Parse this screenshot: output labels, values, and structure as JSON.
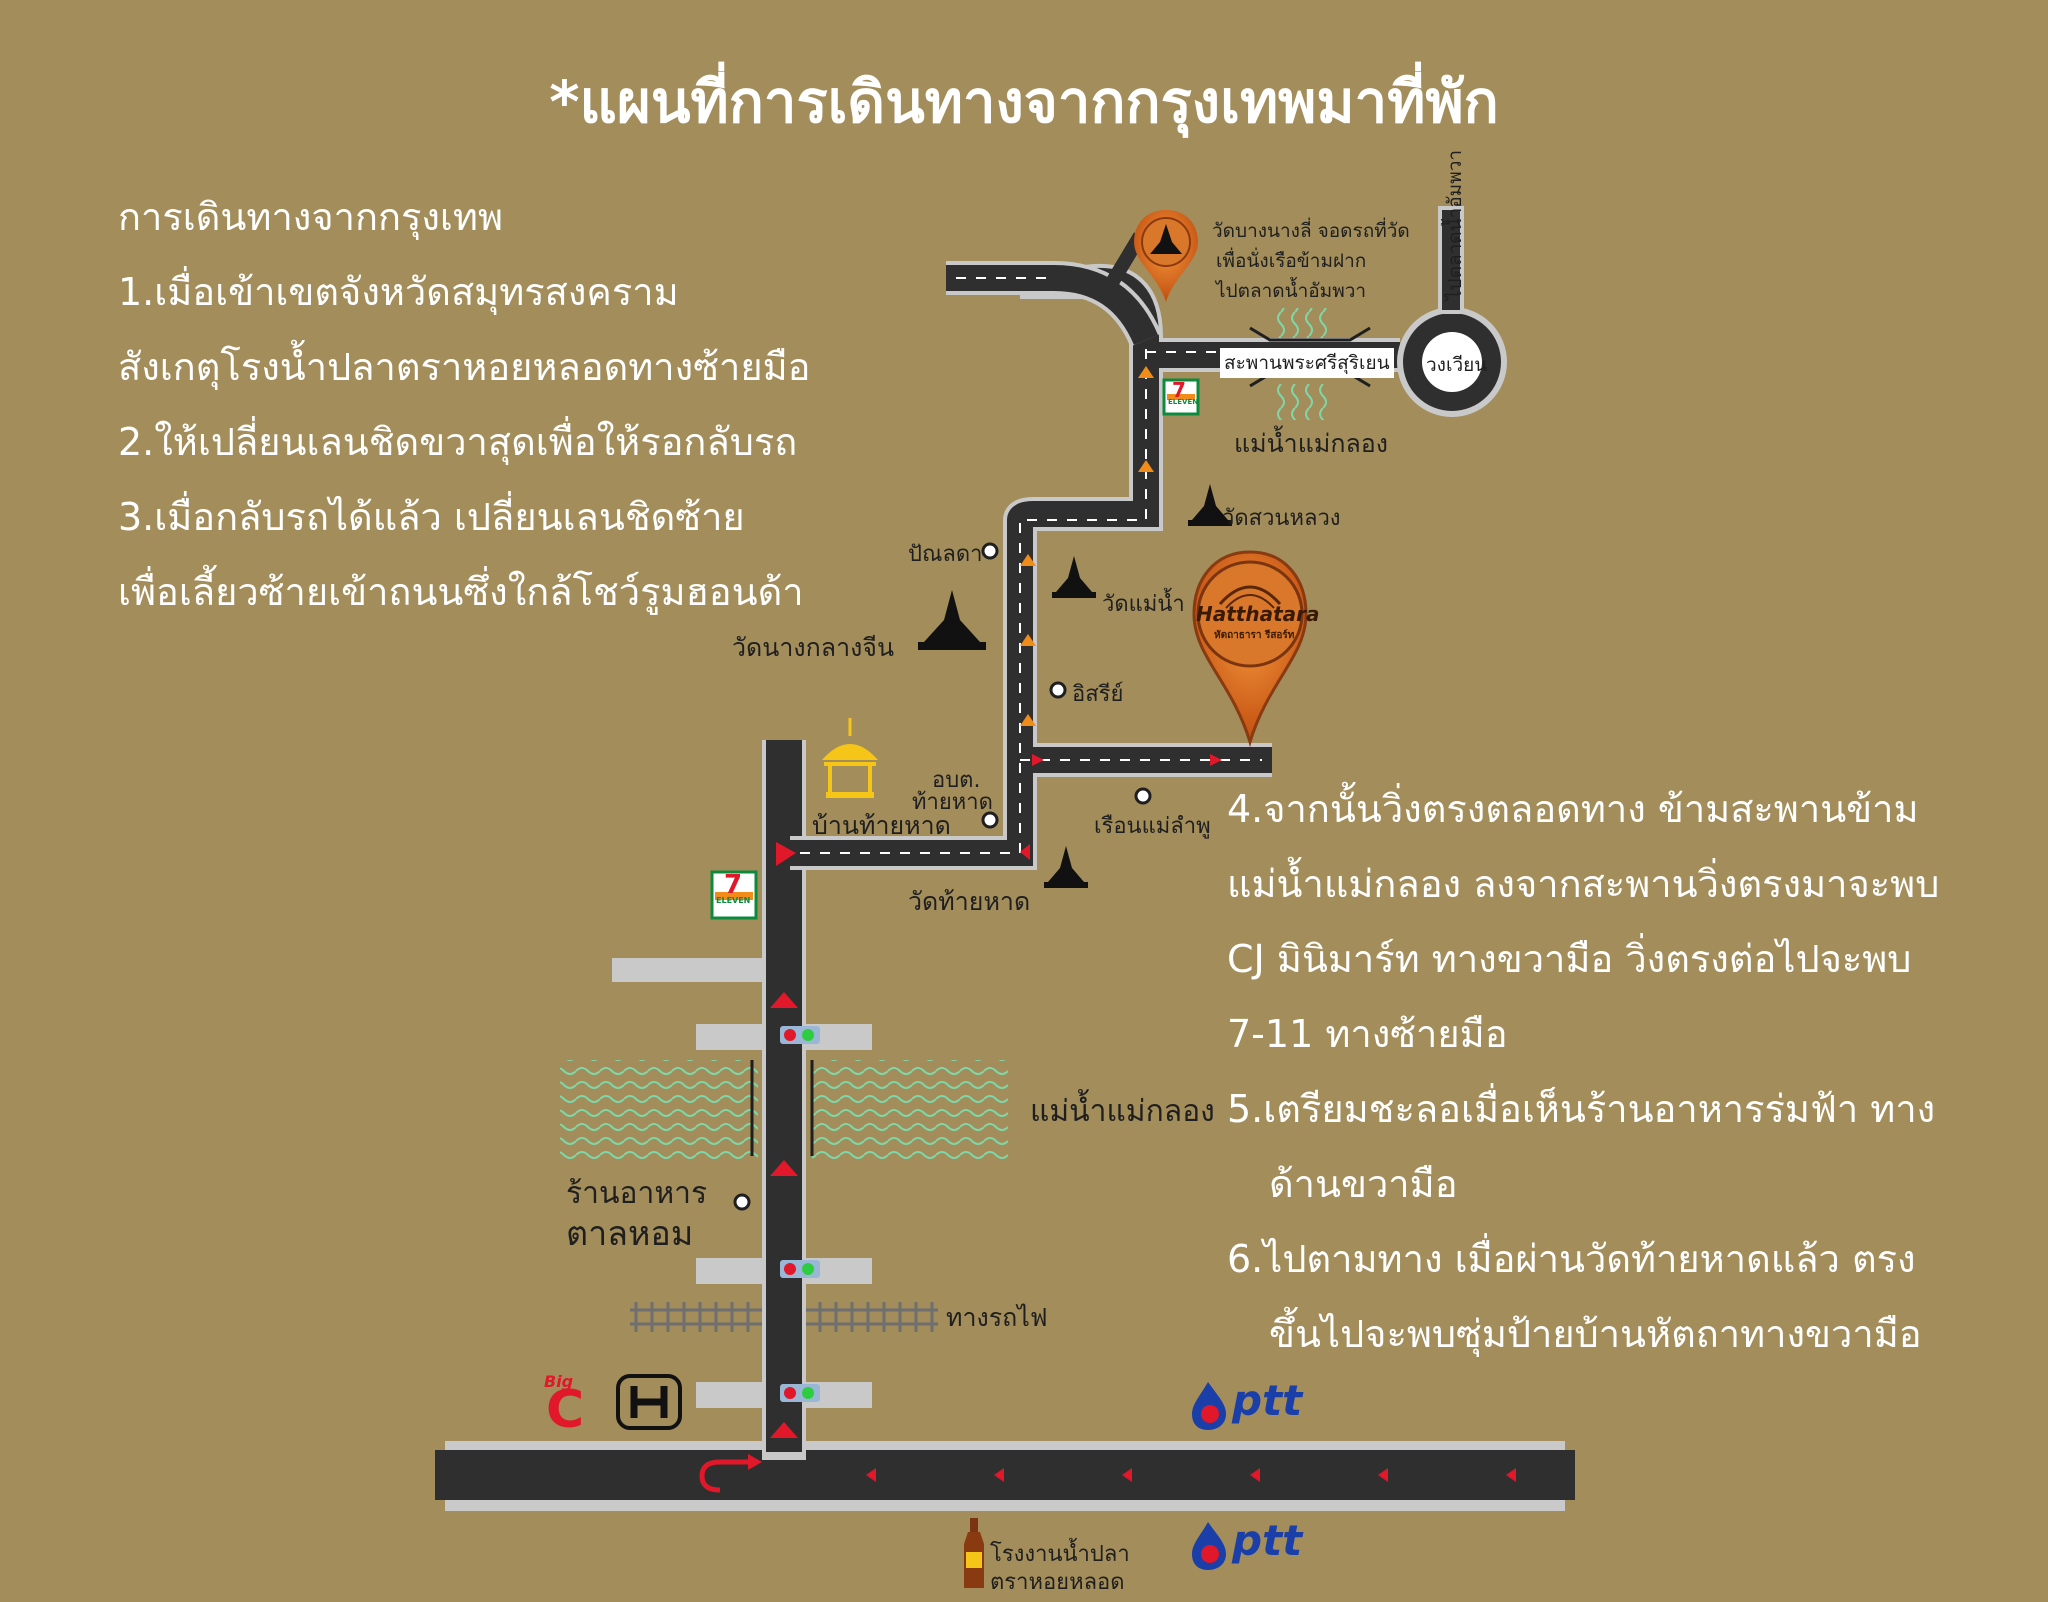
{
  "title": "*แผนที่การเดินทางจากกรุงเทพมาที่พัก",
  "intro_lines": [
    "การเดินทางจากกรุงเทพ",
    "1.เมื่อเข้าเขตจังหวัดสมุทรสงคราม",
    "สังเกตุโรงน้ำปลาตราหอยหลอดทางซ้ายมือ",
    "2.ให้เปลี่ยนเลนชิดขวาสุดเพื่อให้รอกลับรถ",
    "3.เมื่อกลับรถได้แล้ว เปลี่ยนเลนชิดซ้าย",
    "เพื่อเลี้ยวซ้ายเข้าถนนซึ่งใกล้โชว์รูมฮอนด้า"
  ],
  "steps_lines": [
    "4.จากนั้นวิ่งตรงตลอดทาง ข้ามสะพานข้าม",
    "แม่น้ำแม่กลอง ลงจากสะพานวิ่งตรงมาจะพบ",
    "CJ มินิมาร์ท ทางขวามือ วิ่งตรงต่อไปจะพบ",
    "7-11 ทางซ้ายมือ",
    "5.เตรียมชะลอเมื่อเห็นร้านอาหารร่มฟ้า ทาง",
    "ด้านขวามือ",
    "6.ไปตามทาง เมื่อผ่านวัดท้ายหาดแล้ว ตรง",
    "ขึ้นไปจะพบซุ่มป้ายบ้านหัตถาทางขวามือ"
  ],
  "labels": {
    "temple_top_1": "วัดบางนางลี่ จอดรถที่วัด",
    "temple_top_2": "เพื่อนั่งเรือข้ามฝาก",
    "temple_top_3": "ไปตลาดน้ำอัมพวา",
    "to_amphawa": "ไปตลาดน้ำอัมพวา",
    "bridge": "สะพานพระศรีสุริเยน",
    "roundabout": "วงเวียน",
    "river_top": "แม่น้ำแม่กลอง",
    "wat_suan_luang": "วัดสวนหลวง",
    "panlada": "ปัณลดา",
    "wat_mae_nam": "วัดแม่น้ำ",
    "wat_nang_klang_chin": "วัดนางกลางจีน",
    "isiri": "อิสรีย์",
    "obt_1": "อบต.",
    "obt_2": "ท้ายหาด",
    "ban_thai_hat": "บ้านท้ายหาด",
    "ruean_mae_lampu": "เรือนแม่ลำพู",
    "wat_thai_hat": "วัดท้ายหาด",
    "river_bottom": "แม่น้ำแม่กลอง",
    "restaurant_1": "ร้านอาหาร",
    "restaurant_2": "ตาลหอม",
    "railway": "ทางรถไฟ",
    "fish_sauce_1": "โรงงานน้ำปลา",
    "fish_sauce_2": "ตราหอยหลอด"
  },
  "brands": {
    "hatthatara": "Hatthatara",
    "hatthatara_sub": "หัตถาธารา รีสอร์ท",
    "ptt": "ptt",
    "big": "Big",
    "big_c": "C",
    "seven": "7",
    "eleven": "ELEVEN"
  },
  "colors": {
    "background": "#a28d5b",
    "road": "#2f2f2f",
    "road_edge": "#c9c9c9",
    "arrow_red": "#e0182a",
    "arrow_orange": "#f08c1a",
    "pin_orange": "#e0671e",
    "river_wave": "#7fd7a8",
    "ptt_blue": "#1a3fa8",
    "seven_green": "#0d8a3c"
  }
}
